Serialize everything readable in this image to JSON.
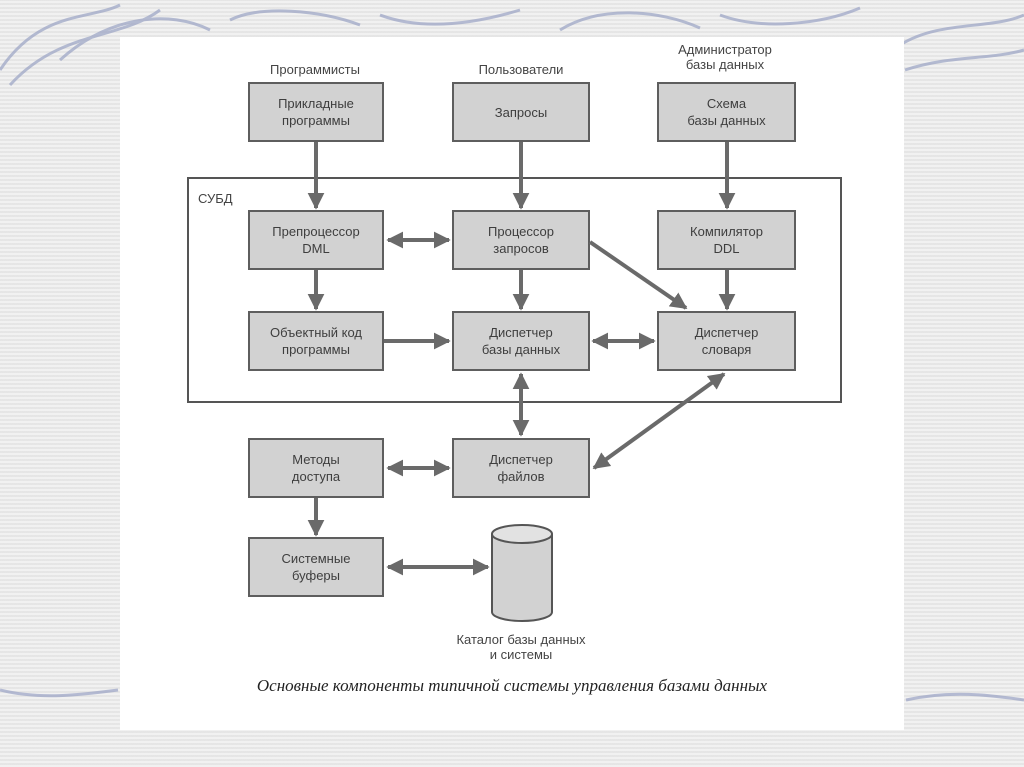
{
  "actors": {
    "programmers": "Программисты",
    "users": "Пользователи",
    "dba": "Администратор\nбазы данных"
  },
  "boxes": {
    "app_programs": "Прикладные\nпрограммы",
    "queries": "Запросы",
    "db_schema": "Схема\nбазы данных",
    "dml_preprocessor": "Препроцессор\nDML",
    "query_processor": "Процессор\nзапросов",
    "ddl_compiler": "Компилятор\nDDL",
    "object_code": "Объектный код\nпрограммы",
    "db_manager": "Диспетчер\nбазы данных",
    "dictionary_manager": "Диспетчер\nсловаря",
    "access_methods": "Методы\nдоступа",
    "file_manager": "Диспетчер\nфайлов",
    "system_buffers": "Системные\nбуферы"
  },
  "dbms_label": "СУБД",
  "db_label": "Каталог базы данных\nи системы",
  "caption": "Основные компоненты типичной системы управления базами данных",
  "colors": {
    "box_fill": "#d2d2d2",
    "box_border": "#5e5e5e",
    "arrow": "#6a6a6a"
  }
}
